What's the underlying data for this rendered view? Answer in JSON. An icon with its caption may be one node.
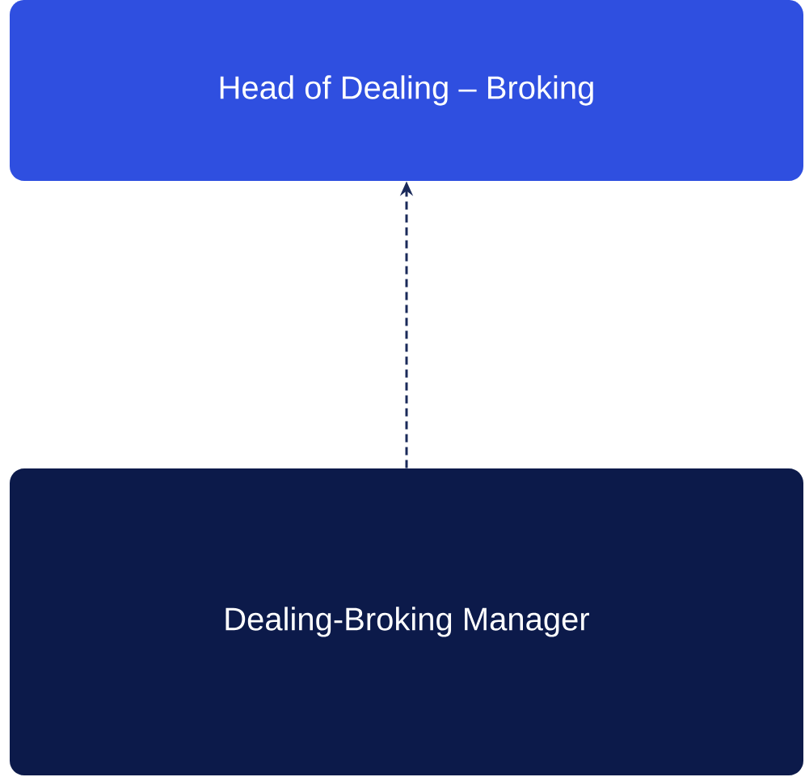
{
  "diagram": {
    "nodes": [
      {
        "text": [
          "Head of Dealing – Broking"
        ]
      },
      {
        "text": [
          "Dealing-Broking Manager"
        ]
      }
    ],
    "edges": [
      {
        "from": 1,
        "to": 0,
        "arrow": "to",
        "style": "dashed"
      }
    ]
  }
}
